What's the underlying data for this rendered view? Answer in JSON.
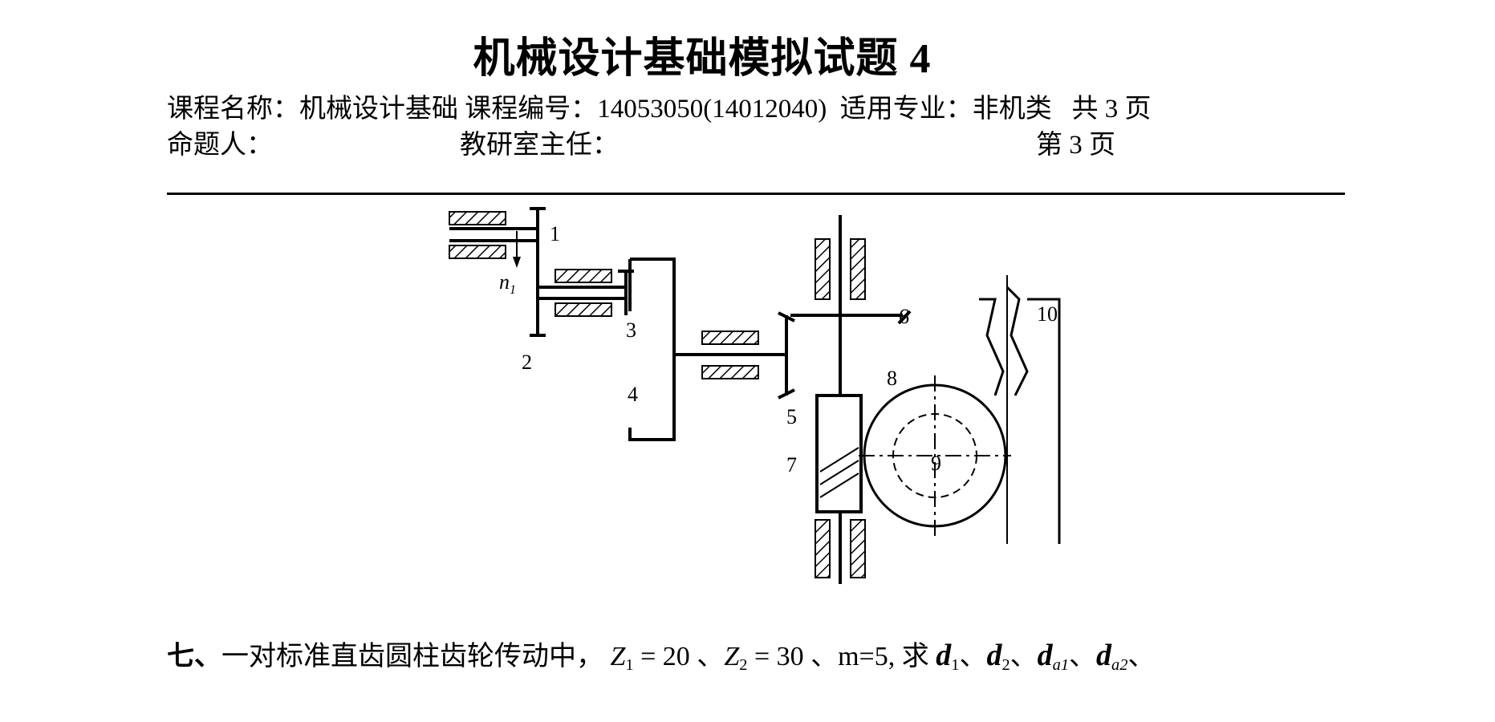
{
  "header": {
    "title": "机械设计基础模拟试题 4",
    "course_name_label": "课程名称：",
    "course_name": "机械设计基础",
    "course_code_label": "课程编号：",
    "course_code": "14053050(14012040)",
    "major_label": "适用专业：",
    "major": "非机类",
    "total_pages": "共 3 页",
    "author_label": "命题人：",
    "director_label": "教研室主任：",
    "current_page": "第 3 页"
  },
  "figure": {
    "labels": [
      "1",
      "2",
      "3",
      "4",
      "5",
      "6",
      "7",
      "8",
      "9",
      "10"
    ],
    "speed_symbol": "n",
    "speed_sub": "1"
  },
  "question": {
    "number": "七、",
    "text": "一对标准直齿圆柱齿轮传动中，",
    "z1_var": "Z",
    "z1_sub": "1",
    "z1_val": " = 20 、",
    "z2_var": "Z",
    "z2_sub": "2",
    "z2_val": " = 30 、m=5, 求 ",
    "d1_var": "d",
    "d1_sub": "1",
    "sep1": "、",
    "d2_var": "d",
    "d2_sub": "2",
    "sep2": "、",
    "da1_var": "d",
    "da1_sub": "a1",
    "sep3": "、",
    "da2_var": "d",
    "da2_sub": "a2",
    "sep4": "、"
  }
}
